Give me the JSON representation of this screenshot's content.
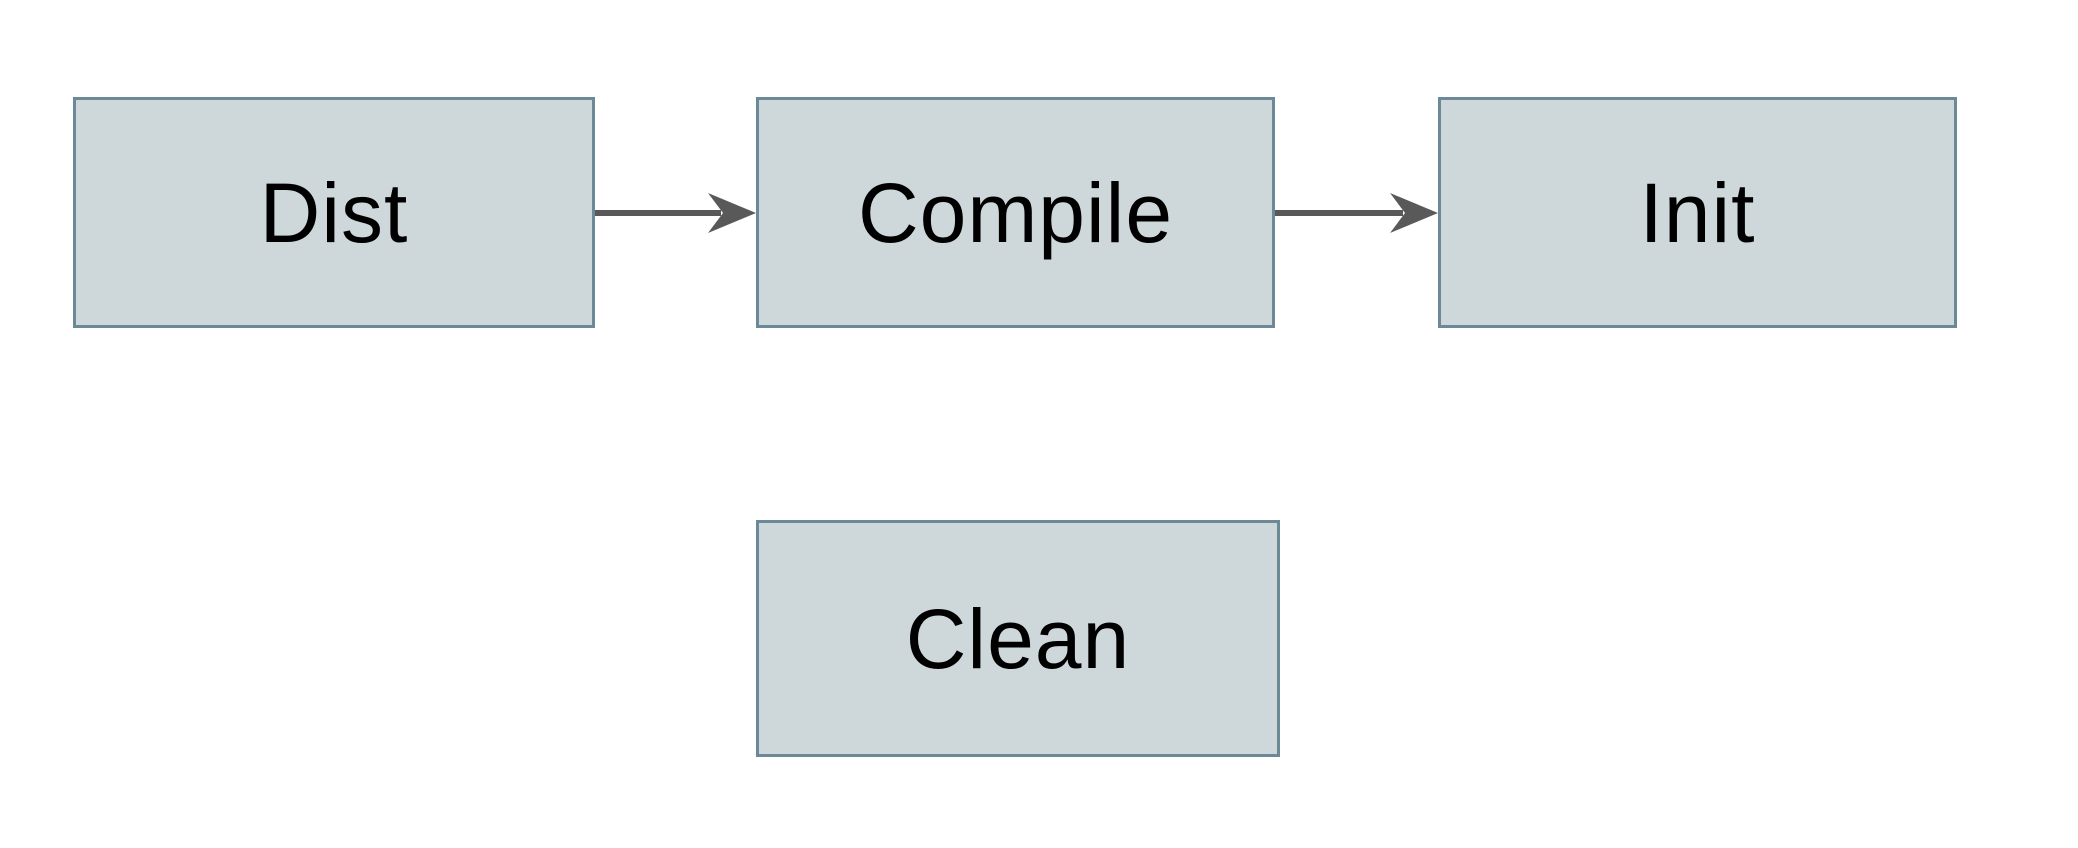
{
  "diagram": {
    "type": "flowchart",
    "colors": {
      "background": "#ffffff",
      "node_fill": "#ced8da",
      "node_border": "#6b8997",
      "arrow": "#595959",
      "text": "#000000"
    },
    "nodes": [
      {
        "id": "dist",
        "label": "Dist"
      },
      {
        "id": "compile",
        "label": "Compile"
      },
      {
        "id": "init",
        "label": "Init"
      },
      {
        "id": "clean",
        "label": "Clean"
      }
    ],
    "edges": [
      {
        "from": "dist",
        "to": "compile",
        "direction": "right"
      },
      {
        "from": "compile",
        "to": "init",
        "direction": "right"
      }
    ]
  }
}
